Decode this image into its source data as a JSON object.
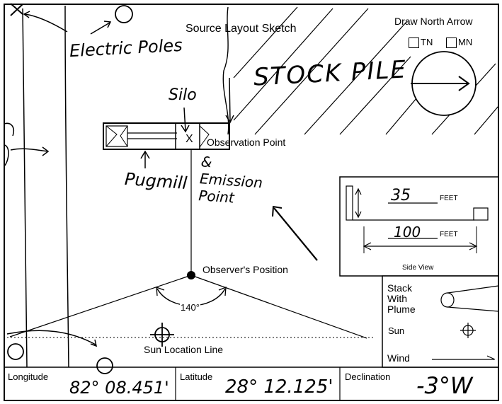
{
  "sketch": {
    "title": "Source Layout Sketch",
    "north_arrow": {
      "label": "Draw North Arrow",
      "tn": "TN",
      "mn": "MN"
    },
    "stockpile": "STOCK PILE",
    "electric_poles": "Electric Poles",
    "silo": "Silo",
    "x_mark": "X",
    "observation_point": "Observation Point",
    "emission_point": "& Emission Point",
    "pugmill": "Pugmill",
    "observers_position": "Observer's Position",
    "angle": "140°",
    "sun_location_line": "Sun Location Line"
  },
  "side_view": {
    "label": "Side View",
    "height_value": "35",
    "height_unit": "FEET",
    "distance_value": "100",
    "distance_unit": "FEET"
  },
  "legend": {
    "stack": "Stack With Plume",
    "sun": "Sun",
    "wind": "Wind"
  },
  "footer": {
    "longitude_label": "Longitude",
    "longitude_value": "82° 08.451'",
    "latitude_label": "Latitude",
    "latitude_value": "28° 12.125'",
    "declination_label": "Declination",
    "declination_value": "-3°W"
  }
}
